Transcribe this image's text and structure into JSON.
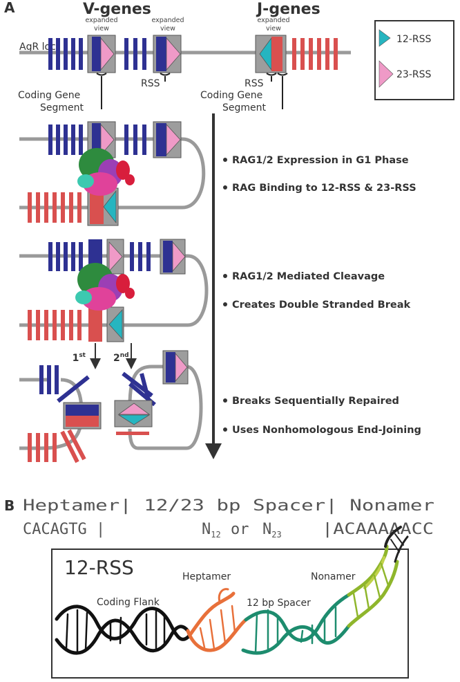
{
  "panel_a": {
    "letter": "A",
    "v_genes_title": "V-genes",
    "j_genes_title": "J-genes",
    "expanded_view_line1": "expanded",
    "expanded_view_line2": "view",
    "agr_loci_label": "AgR loci",
    "rss_label": "RSS",
    "coding_gene_line1": "Coding Gene",
    "coding_gene_line2": "Segment",
    "legend": {
      "rss12": "12-RSS",
      "rss23": "23-RSS"
    },
    "steps": [
      "RAG1/2 Expression in G1 Phase",
      "RAG Binding to 12-RSS & 23-RSS",
      "RAG1/2 Mediated Cleavage",
      "Creates Double Stranded Break",
      "Breaks Sequentially Repaired",
      "Uses Nonhomologous End-Joining"
    ],
    "order_first_num": "1",
    "order_first_sup": "st",
    "order_second_num": "2",
    "order_second_sup": "nd"
  },
  "panel_b": {
    "letter": "B",
    "seq_header": "Heptamer| 12/23 bp Spacer| Nonamer",
    "heptamer_seq": "CACAGTG |",
    "n_symbol": "N",
    "n12_sub": "12",
    "or_word": "or",
    "n23_sub": "23",
    "nonamer_seq": "|ACAAAAACC",
    "structure_title": "12-RSS",
    "heptamer_label": "Heptamer",
    "nonamer_label": "Nonamer",
    "coding_flank_label": "Coding Flank",
    "spacer_label": "12 bp Spacer"
  },
  "colors": {
    "v_gene": "#2e3192",
    "j_gene": "#d9504f",
    "rss12": "#26b5c0",
    "rss23": "#ef9ac7",
    "box_gray": "#9d9d9d",
    "dna_black": "#111111",
    "dna_orange": "#e8703a",
    "dna_green": "#1d8c6e",
    "dna_lime": "#8fb62c"
  }
}
